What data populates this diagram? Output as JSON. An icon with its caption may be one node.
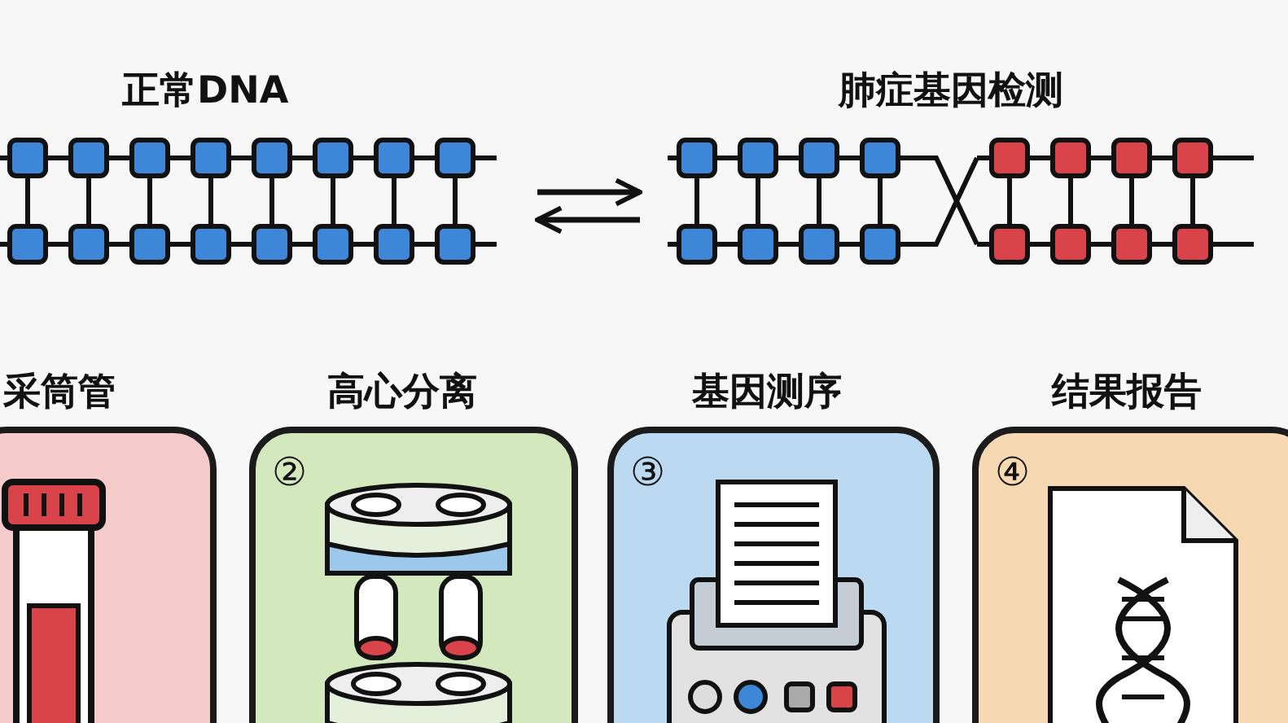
{
  "diagram": {
    "nodes": [
      {
        "text": [
          "正常DNA"
        ]
      },
      {
        "text": [
          "肺症基因检测"
        ]
      },
      {
        "text": [
          "采筒管"
        ]
      },
      {
        "text": [
          "高心分离",
          "②"
        ]
      },
      {
        "text": [
          "基因测序",
          "③"
        ]
      },
      {
        "text": [
          "结果报告",
          "④"
        ]
      }
    ],
    "edges": [
      {
        "from": 0,
        "to": 1,
        "arrow": "to"
      },
      {
        "from": 1,
        "to": 0,
        "arrow": "to"
      }
    ]
  }
}
